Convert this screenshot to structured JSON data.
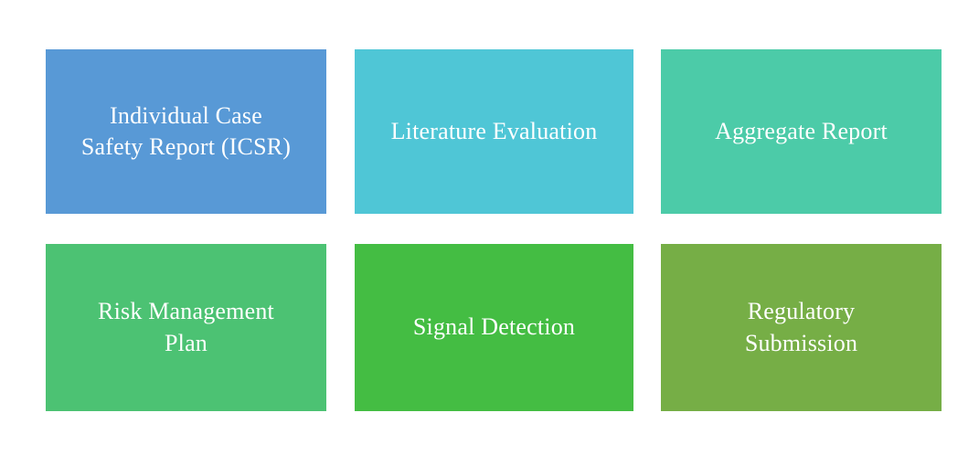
{
  "page": {
    "background_color": "#ffffff",
    "text_color": "#ffffff",
    "columns": 3,
    "rows": 2
  },
  "cards": [
    {
      "id": "icsr",
      "label": "Individual Case\nSafety Report (ICSR)",
      "color": "#5899d6",
      "row": 1,
      "column": 1
    },
    {
      "id": "literature-evaluation",
      "label": "Literature Evaluation",
      "color": "#4fc6d6",
      "row": 1,
      "column": 2
    },
    {
      "id": "aggregate-report",
      "label": "Aggregate Report",
      "color": "#4ccba8",
      "row": 1,
      "column": 3
    },
    {
      "id": "risk-management-plan",
      "label": "Risk Management\nPlan",
      "color": "#4cc273",
      "row": 2,
      "column": 1
    },
    {
      "id": "signal-detection",
      "label": "Signal Detection",
      "color": "#44bd43",
      "row": 2,
      "column": 2
    },
    {
      "id": "regulatory-submission",
      "label": "Regulatory\nSubmission",
      "color": "#76ae46",
      "row": 2,
      "column": 3
    }
  ]
}
